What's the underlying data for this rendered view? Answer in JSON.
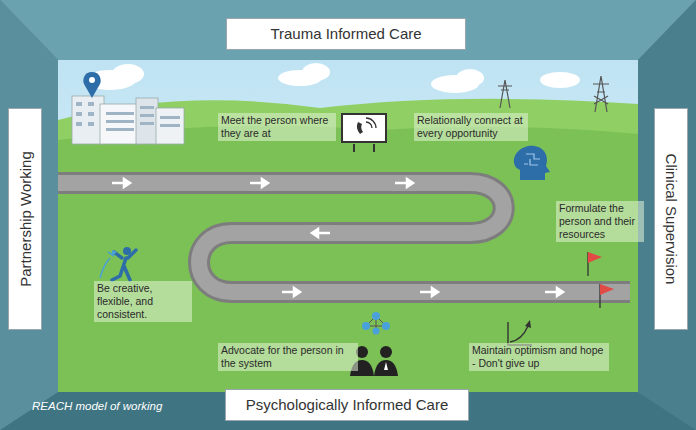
{
  "diagram": {
    "caption": "REACH model of working",
    "nodes": [
      {
        "text": [
          "Trauma Informed Care"
        ]
      },
      {
        "text": [
          "Partnership Working"
        ]
      },
      {
        "text": [
          "Clinical Supervision"
        ]
      },
      {
        "text": [
          "Psychologically Informed Care"
        ]
      }
    ],
    "labels": [
      "Meet the person where they are at",
      "Relationally connect at every opportunity",
      "Formulate the person and their resources",
      "Be creative, flexible, and consistent.",
      "Advocate for the person in the system",
      "Maintain optimism and hope - Don't give up"
    ]
  }
}
